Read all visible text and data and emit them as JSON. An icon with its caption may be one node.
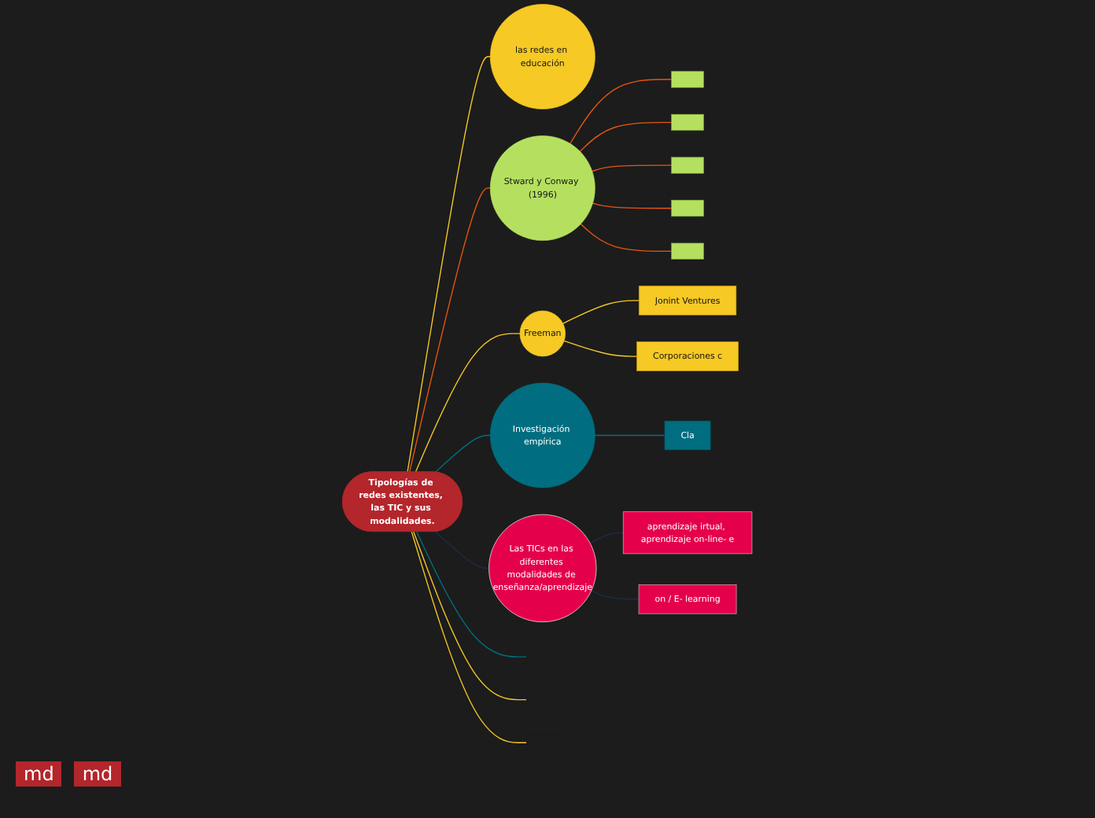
{
  "diagram": {
    "nodes": [
      {
        "text": [
          "Tipologías de redes existentes, las TIC y sus modalidades."
        ]
      },
      {
        "text": [
          "las redes en educación"
        ]
      },
      {
        "text": [
          "Stward y Conway (1996)"
        ]
      },
      {
        "text": [],
        "shape": "box"
      },
      {
        "text": [],
        "shape": "box"
      },
      {
        "text": [],
        "shape": "box"
      },
      {
        "text": [],
        "shape": "box"
      },
      {
        "text": [],
        "shape": "box"
      },
      {
        "text": [
          "Freeman"
        ]
      },
      {
        "text": [
          "Jonint Ventures"
        ]
      },
      {
        "text": [
          "Corporaciones c"
        ]
      },
      {
        "text": [
          "Investigación empírica"
        ]
      },
      {
        "text": [
          "Cla"
        ]
      },
      {
        "text": [
          "Las TICs en las diferentes modalidades de enseñanza/aprendizaje"
        ]
      },
      {
        "text": [
          "aprendizaje irtual, aprendizaje on-line- e"
        ]
      },
      {
        "text": [
          "on / E- learning"
        ]
      }
    ],
    "edges": [
      {
        "from": 0,
        "to": 1,
        "arrow": "none"
      },
      {
        "from": 0,
        "to": 2,
        "arrow": "none",
        "color": "#e8560f"
      },
      {
        "from": 2,
        "to": 3,
        "arrow": "none",
        "color": "#e8560f"
      },
      {
        "from": 2,
        "to": 4,
        "arrow": "none",
        "color": "#e8560f"
      },
      {
        "from": 2,
        "to": 5,
        "arrow": "none",
        "color": "#e8560f"
      },
      {
        "from": 2,
        "to": 6,
        "arrow": "none",
        "color": "#e8560f"
      },
      {
        "from": 2,
        "to": 7,
        "arrow": "none",
        "color": "#e8560f"
      },
      {
        "from": 0,
        "to": 8,
        "arrow": "none"
      },
      {
        "from": 8,
        "to": 9,
        "arrow": "none"
      },
      {
        "from": 8,
        "to": 10,
        "arrow": "none"
      },
      {
        "from": 0,
        "to": 11,
        "arrow": "none",
        "color": "#006e80"
      },
      {
        "from": 11,
        "to": 12,
        "arrow": "none",
        "color": "#006e80"
      },
      {
        "from": 0,
        "to": 13,
        "arrow": "none",
        "color": "#1e2a4a"
      },
      {
        "from": 13,
        "to": 14,
        "arrow": "none",
        "color": "#1e2a4a"
      },
      {
        "from": 13,
        "to": 15,
        "arrow": "none",
        "color": "#1e2a4a"
      },
      {
        "from": 0,
        "to": null,
        "arrow": "none",
        "color": "#006e80"
      },
      {
        "from": 0,
        "to": null,
        "arrow": "none"
      },
      {
        "from": 0,
        "to": null,
        "arrow": "none"
      }
    ],
    "labels": [
      "md",
      "md"
    ]
  }
}
